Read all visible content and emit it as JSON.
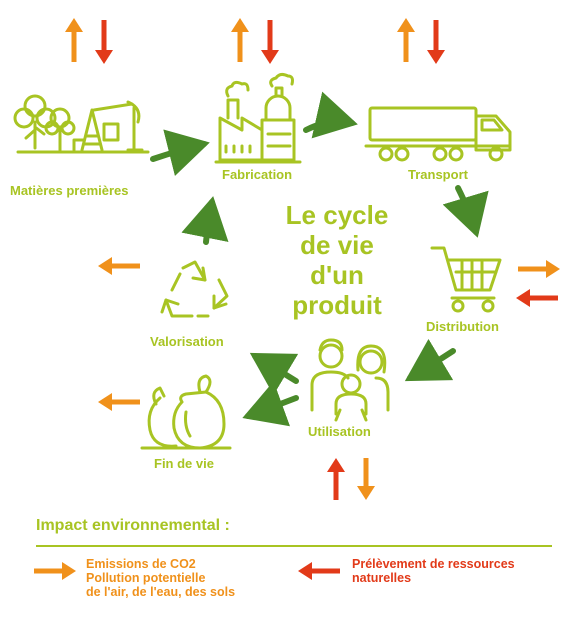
{
  "center_title": [
    "Le cycle",
    "de vie",
    "d'un",
    "produit"
  ],
  "stages": {
    "raw": "Matières premières",
    "fab": "Fabrication",
    "transport": "Transport",
    "distribution": "Distribution",
    "usage": "Utilisation",
    "recovery": "Valorisation",
    "eol": "Fin de vie"
  },
  "legend": {
    "title": "Impact environnemental :",
    "emissions": [
      "Emissions de CO2",
      "Pollution potentielle",
      "de l'air, de l'eau, des sols"
    ],
    "resources": [
      "Prélèvement de ressources",
      "naturelles"
    ]
  },
  "colors": {
    "green_light": "#a8c423",
    "green_dark": "#4a8a2a",
    "orange": "#f0911b",
    "red": "#e23a19"
  }
}
